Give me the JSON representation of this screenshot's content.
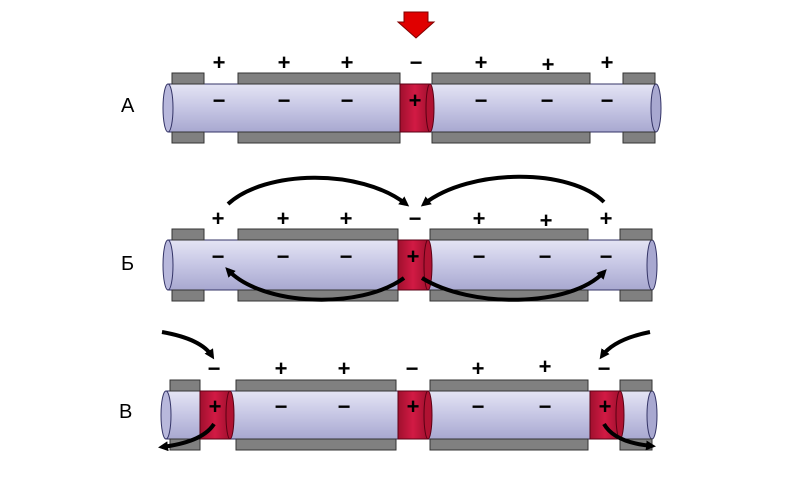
{
  "rows": [
    {
      "label": "А",
      "stimulus_arrow": true,
      "outside_signs": [
        "+",
        "+",
        "+",
        "−",
        "+",
        "+",
        "+"
      ],
      "inside_signs": [
        "−",
        "−",
        "−",
        "+",
        "−",
        "−",
        "−"
      ],
      "active_nodes": 1
    },
    {
      "label": "Б",
      "outside_signs": [
        "+",
        "+",
        "+",
        "−",
        "+",
        "+",
        "+"
      ],
      "inside_signs": [
        "−",
        "−",
        "−",
        "+",
        "−",
        "−",
        "−"
      ],
      "active_nodes": 1,
      "current_arrows": [
        "outside-left",
        "outside-right",
        "inside-left",
        "inside-right"
      ]
    },
    {
      "label": "В",
      "outside_signs": [
        "−",
        "+",
        "+",
        "−",
        "+",
        "+",
        "−"
      ],
      "inside_signs": [
        "+",
        "−",
        "−",
        "+",
        "−",
        "−",
        "+"
      ],
      "active_nodes": 3,
      "current_arrows": [
        "entry-left",
        "entry-right",
        "exit-left",
        "exit-right"
      ]
    }
  ],
  "colors": {
    "axon_fill": "#cccce6",
    "axon_stroke": "#333366",
    "myelin_fill": "#808080",
    "active_node_fill": "#c8143c",
    "stimulus_arrow": "#e00000",
    "signs": "#000000"
  }
}
